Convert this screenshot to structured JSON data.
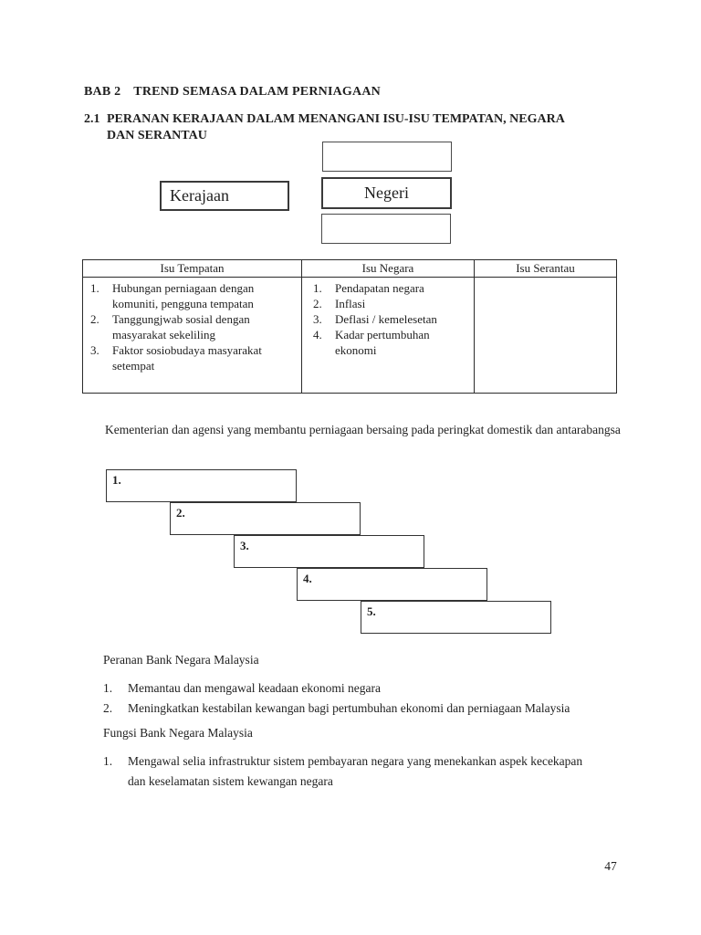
{
  "heading": {
    "chapter_label": "BAB 2",
    "chapter_title": "TREND SEMASA DALAM PERNIAGAAN",
    "section_label": "2.1",
    "section_title": "PERANAN KERAJAAN DALAM MENANGANI ISU-ISU TEMPATAN, NEGARA DAN SERANTAU"
  },
  "org_chart": {
    "kerajaan_label": "Kerajaan",
    "negeri_label": "Negeri"
  },
  "issues_table": {
    "headers": [
      "Isu Tempatan",
      "Isu Negara",
      "Isu Serantau"
    ],
    "isu_tempatan": {
      "items": [
        {
          "num": "1.",
          "text": "Hubungan perniagaan dengan komuniti, pengguna tempatan"
        },
        {
          "num": "2.",
          "text": "Tanggungjwab sosial dengan masyarakat sekeliling"
        },
        {
          "num": "3.",
          "text": "Faktor sosiobudaya masyarakat setempat"
        }
      ]
    },
    "isu_negara": {
      "items": [
        {
          "num": "1.",
          "text": "Pendapatan negara"
        },
        {
          "num": "2.",
          "text": "Inflasi"
        },
        {
          "num": "3.",
          "text": "Deflasi / kemelesetan"
        },
        {
          "num": "4.",
          "text": "Kadar pertumbuhan ekonomi"
        }
      ]
    },
    "isu_serantau": {
      "items": []
    }
  },
  "ministries": {
    "intro": "Kementerian dan agensi yang membantu perniagaan bersaing pada peringkat domestik dan antarabangsa",
    "steps": [
      {
        "num": "1."
      },
      {
        "num": "2."
      },
      {
        "num": "3."
      },
      {
        "num": "4."
      },
      {
        "num": "5."
      }
    ]
  },
  "bank_negara": {
    "peranan_title": "Peranan Bank Negara Malaysia",
    "peranan_items": [
      {
        "num": "1.",
        "text": "Memantau dan mengawal keadaan ekonomi negara"
      },
      {
        "num": "2.",
        "text": "Meningkatkan kestabilan kewangan bagi pertumbuhan ekonomi dan perniagaan Malaysia"
      }
    ],
    "fungsi_title": "Fungsi Bank Negara Malaysia",
    "fungsi_items": [
      {
        "num": "1.",
        "text": "Mengawal selia infrastruktur sistem pembayaran negara yang menekankan aspek kecekapan dan keselamatan sistem kewangan negara"
      }
    ]
  },
  "page": {
    "number": "47"
  }
}
